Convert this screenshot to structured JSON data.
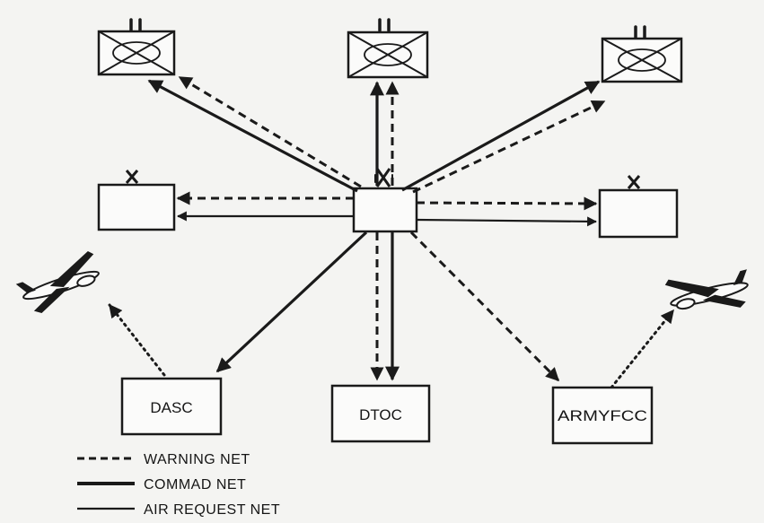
{
  "nodes": {
    "dasc": {
      "label": "DASC"
    },
    "dtoc": {
      "label": "DTOC"
    },
    "army_fcc": {
      "label": "ARMYFCC"
    }
  },
  "legend": {
    "warning_net": "WARNING NET",
    "command_net": "COMMAD NET",
    "air_request_net": "AIR REQUEST NET"
  }
}
